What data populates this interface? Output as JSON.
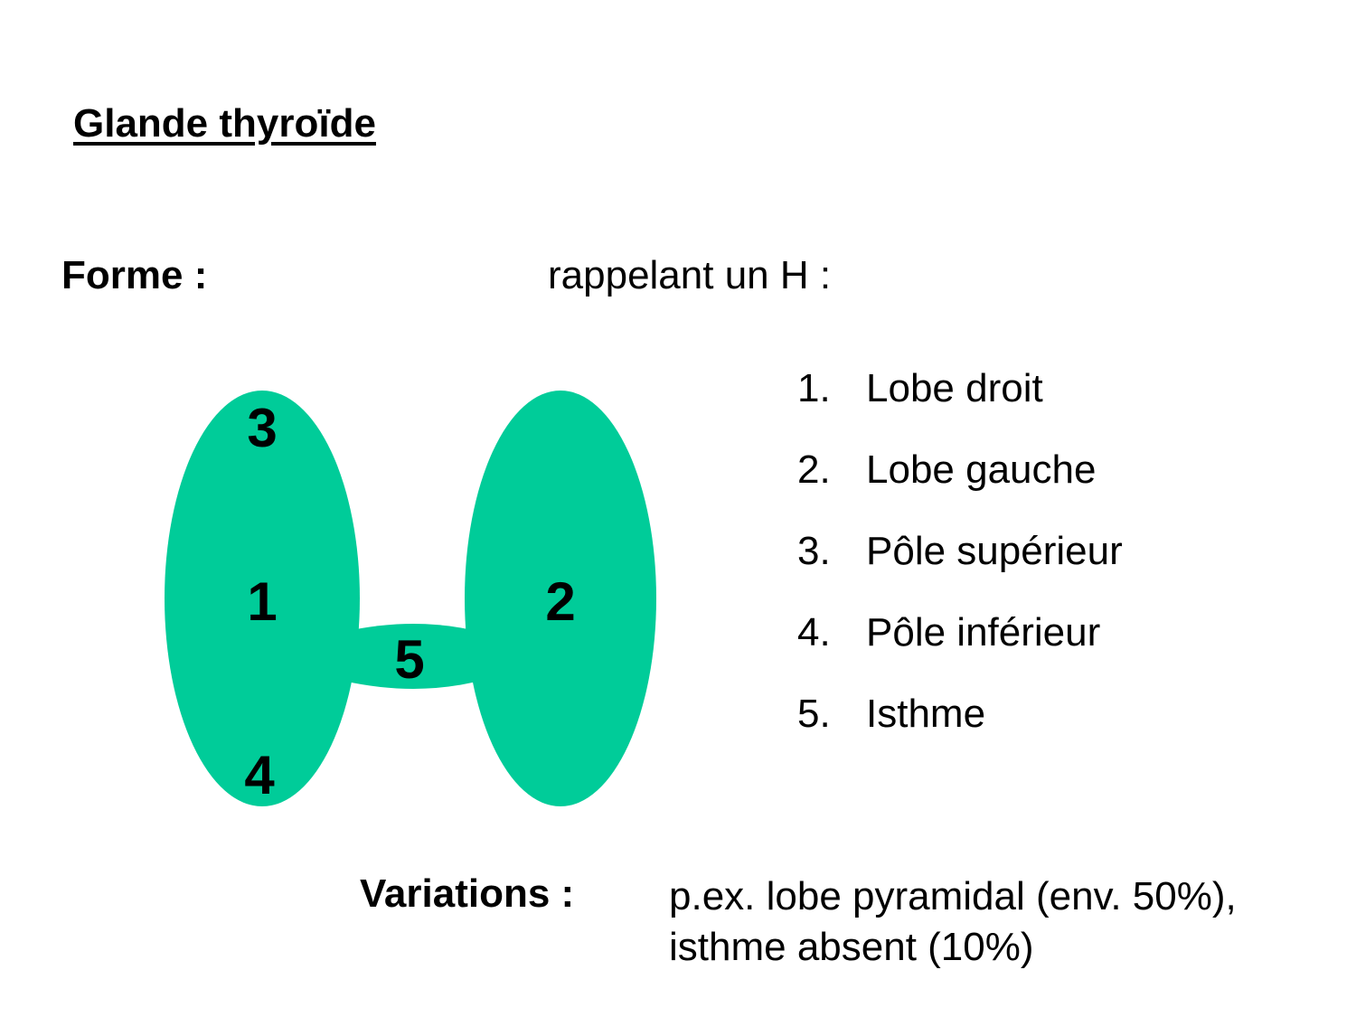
{
  "title": "Glande thyroïde",
  "forme": {
    "label": "Forme :",
    "description": "rappelant un H :"
  },
  "diagram": {
    "fill_color": "#00CC99",
    "labels": {
      "pole_superieur": "3",
      "lobe_droit": "1",
      "pole_inferieur": "4",
      "lobe_gauche": "2",
      "isthme": "5"
    }
  },
  "legend": {
    "items": [
      {
        "number": "1.",
        "label": "Lobe droit"
      },
      {
        "number": "2.",
        "label": "Lobe gauche"
      },
      {
        "number": "3.",
        "label": "Pôle supérieur"
      },
      {
        "number": "4.",
        "label": "Pôle inférieur"
      },
      {
        "number": "5.",
        "label": "Isthme"
      }
    ]
  },
  "variations": {
    "label": "Variations :",
    "line1": "p.ex. lobe pyramidal (env. 50%),",
    "line2": "isthme absent (10%)"
  }
}
